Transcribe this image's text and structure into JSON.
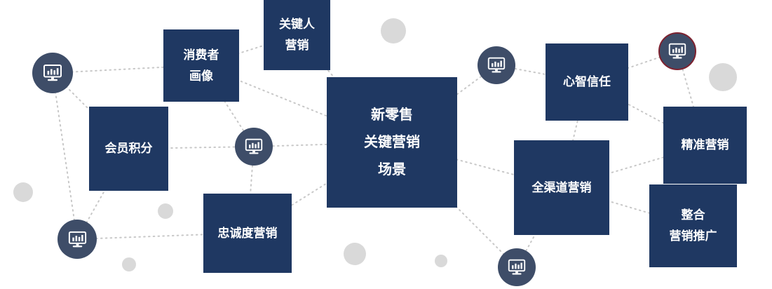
{
  "diagram": {
    "colors": {
      "node_box": "#1f3862",
      "monitor_circle": "#3e4d68",
      "monitor_ring_accent": "#7d2230",
      "connector": "#c8c8c8",
      "decor_circle": "#d9d9d9",
      "node_text": "#ffffff"
    },
    "icons": {
      "monitor": "monitor-chart-icon"
    },
    "nodes": {
      "center": {
        "line1": "新零售",
        "line2": "关键营销",
        "line3": "场景"
      },
      "key_person": {
        "line1": "关键人",
        "line2": "营销"
      },
      "consumer_profile": {
        "line1": "消费者",
        "line2": "画像"
      },
      "member_points": {
        "label": "会员积分"
      },
      "loyalty": {
        "label": "忠诚度营销"
      },
      "mind_trust": {
        "label": "心智信任"
      },
      "precision": {
        "label": "精准营销"
      },
      "omni_channel": {
        "label": "全渠道营销"
      },
      "integrated": {
        "line1": "整合",
        "line2": "营销推广"
      }
    }
  }
}
